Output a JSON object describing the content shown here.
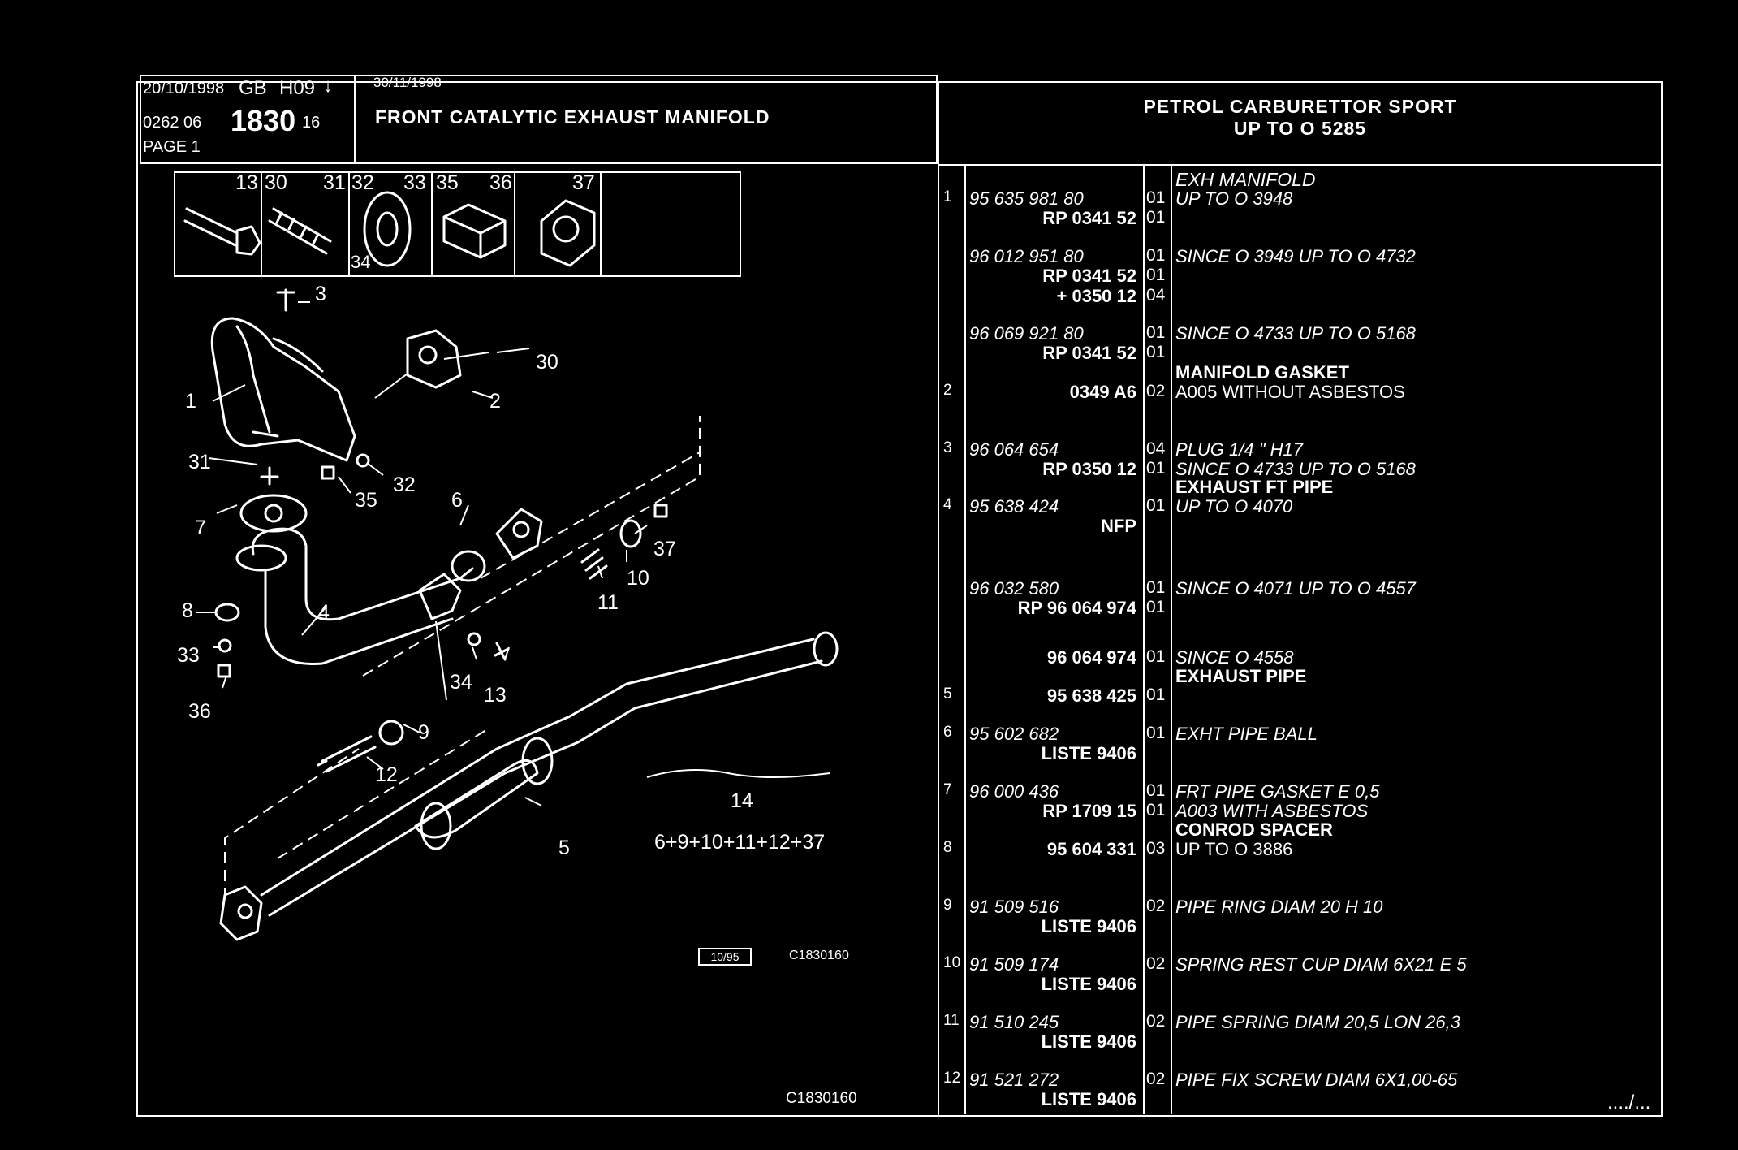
{
  "header": {
    "date1": "20/10/1998",
    "lang": "GB",
    "code": "H09",
    "arrow": "↓",
    "date2": "30/11/1998",
    "group_prefix": "0262  06",
    "group_main": "1830",
    "group_suffix": "16",
    "page": "PAGE  1",
    "title": "FRONT CATALYTIC EXHAUST MANIFOLD",
    "right_title_1": "PETROL CARBURETTOR SPORT",
    "right_title_2": "UP  TO  O   5285"
  },
  "diagram": {
    "inset_labels": [
      "13",
      "30",
      "31",
      "32",
      "33",
      "35",
      "36",
      "37",
      "34"
    ],
    "callouts": [
      "3",
      "30",
      "1",
      "2",
      "31",
      "32",
      "35",
      "7",
      "6",
      "37",
      "11",
      "10",
      "8",
      "4",
      "33",
      "34",
      "13",
      "36",
      "9",
      "12",
      "5",
      "14"
    ],
    "formula": "6+9+10+11+12+37",
    "date_box": "10/95",
    "ref_code_1": "C1830160",
    "ref_code_2": "C1830160"
  },
  "parts": [
    {
      "pos": "1",
      "ref": "95 635 981 80",
      "ref_b": "RP  0341 52",
      "qty": "01",
      "qty_b": "01",
      "desc_b": "EXH MANIFOLD",
      "desc": "UP  TO  O  3948"
    },
    {
      "pos": "",
      "ref": "96 012 951 80",
      "ref_b": "RP  0341 52",
      "ref_c": "+  0350 12",
      "qty": "01",
      "qty_b": "01",
      "qty_c": "04",
      "desc": "SINCE  O  3949 UP  TO  O  4732"
    },
    {
      "pos": "",
      "ref": "96 069 921 80",
      "ref_b": "RP  0341 52",
      "qty": "01",
      "qty_b": "01",
      "desc": "SINCE  O  4733 UP  TO  O  5168"
    },
    {
      "pos": "2",
      "ref_b": "0349 A6",
      "qty": "02",
      "desc_b": "MANIFOLD GASKET",
      "desc": "A005 WITHOUT ASBESTOS"
    },
    {
      "pos": "3",
      "ref": "96 064 654",
      "ref_b": "RP  0350 12",
      "qty": "04",
      "qty_b": "01",
      "desc": "PLUG 1/4 \" H17",
      "desc2": "SINCE  O  4733 UP  TO  O  5168"
    },
    {
      "pos": "4",
      "ref": "95 638 424",
      "ref_b": "NFP",
      "qty": "01",
      "desc_b": "EXHAUST FT PIPE",
      "desc": "UP  TO  O  4070"
    },
    {
      "pos": "",
      "ref": "96 032 580",
      "ref_b": "RP   96 064 974",
      "qty": "01",
      "qty_b": "01",
      "desc": "SINCE  O  4071 UP  TO  O  4557"
    },
    {
      "pos": "",
      "ref_b": "96 064 974",
      "qty": "01",
      "desc": "SINCE  O  4558"
    },
    {
      "pos": "5",
      "ref_b": "95 638 425",
      "qty": "01",
      "desc_b": "EXHAUST PIPE"
    },
    {
      "pos": "6",
      "ref": "95 602 682",
      "ref_b": "LISTE  9406",
      "qty": "01",
      "desc": "EXHT PIPE BALL"
    },
    {
      "pos": "7",
      "ref": "96 000 436",
      "ref_b": "RP  1709 15",
      "qty": "01",
      "qty_b": "01",
      "desc": "FRT PIPE GASKET E 0,5",
      "desc2": "A003 WITH ASBESTOS"
    },
    {
      "pos": "8",
      "ref_b": "95 604 331",
      "qty": "03",
      "desc_b": "CONROD SPACER",
      "desc": "UP  TO  O  3886"
    },
    {
      "pos": "9",
      "ref": "91 509 516",
      "ref_b": "LISTE  9406",
      "qty": "02",
      "desc": "PIPE RING DIAM 20 H 10"
    },
    {
      "pos": "10",
      "ref": "91 509 174",
      "ref_b": "LISTE  9406",
      "qty": "02",
      "desc": "SPRING REST CUP DIAM 6X21 E 5"
    },
    {
      "pos": "11",
      "ref": "91 510 245",
      "ref_b": "LISTE  9406",
      "qty": "02",
      "desc": "PIPE SPRING DIAM 20,5 LON 26,3"
    },
    {
      "pos": "12",
      "ref": "91 521 272",
      "ref_b": "LISTE  9406",
      "qty": "02",
      "desc": "PIPE FIX SCREW DIAM 6X1,00-65"
    }
  ],
  "footer": {
    "continued": "..../..."
  }
}
